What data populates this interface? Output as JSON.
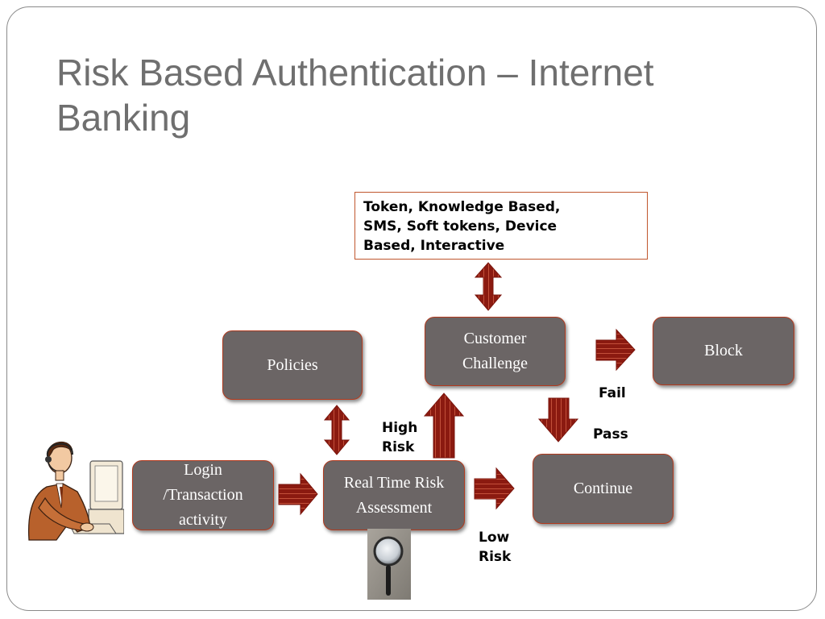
{
  "slide": {
    "title_line1": "Risk Based Authentication – Internet",
    "title_line2": "Banking"
  },
  "boxes": {
    "login": {
      "line1": "Login",
      "line2": "/Transaction",
      "line3": "activity"
    },
    "assessment": {
      "line1": "Real Time Risk",
      "line2": "Assessment"
    },
    "policies": {
      "line1": "Policies"
    },
    "challenge": {
      "line1": "Customer",
      "line2": "Challenge"
    },
    "block": {
      "line1": "Block"
    },
    "continue": {
      "line1": "Continue"
    }
  },
  "methods": {
    "line1": "Token, Knowledge Based,",
    "line2": "SMS, Soft tokens, Device",
    "line3": "Based, Interactive"
  },
  "labels": {
    "high_risk_1": "High",
    "high_risk_2": "Risk",
    "low_risk_1": "Low",
    "low_risk_2": "Risk",
    "fail": "Fail",
    "pass": "Pass"
  },
  "colors": {
    "box_fill": "#6b6565",
    "box_border": "#b23a1e",
    "arrow_fill": "#8b1a10",
    "title": "#6f6f6f"
  },
  "icons": {
    "person": "person-at-computer-icon",
    "magnifier": "magnifying-glass-icon",
    "arrow": "block-arrow-icon"
  }
}
